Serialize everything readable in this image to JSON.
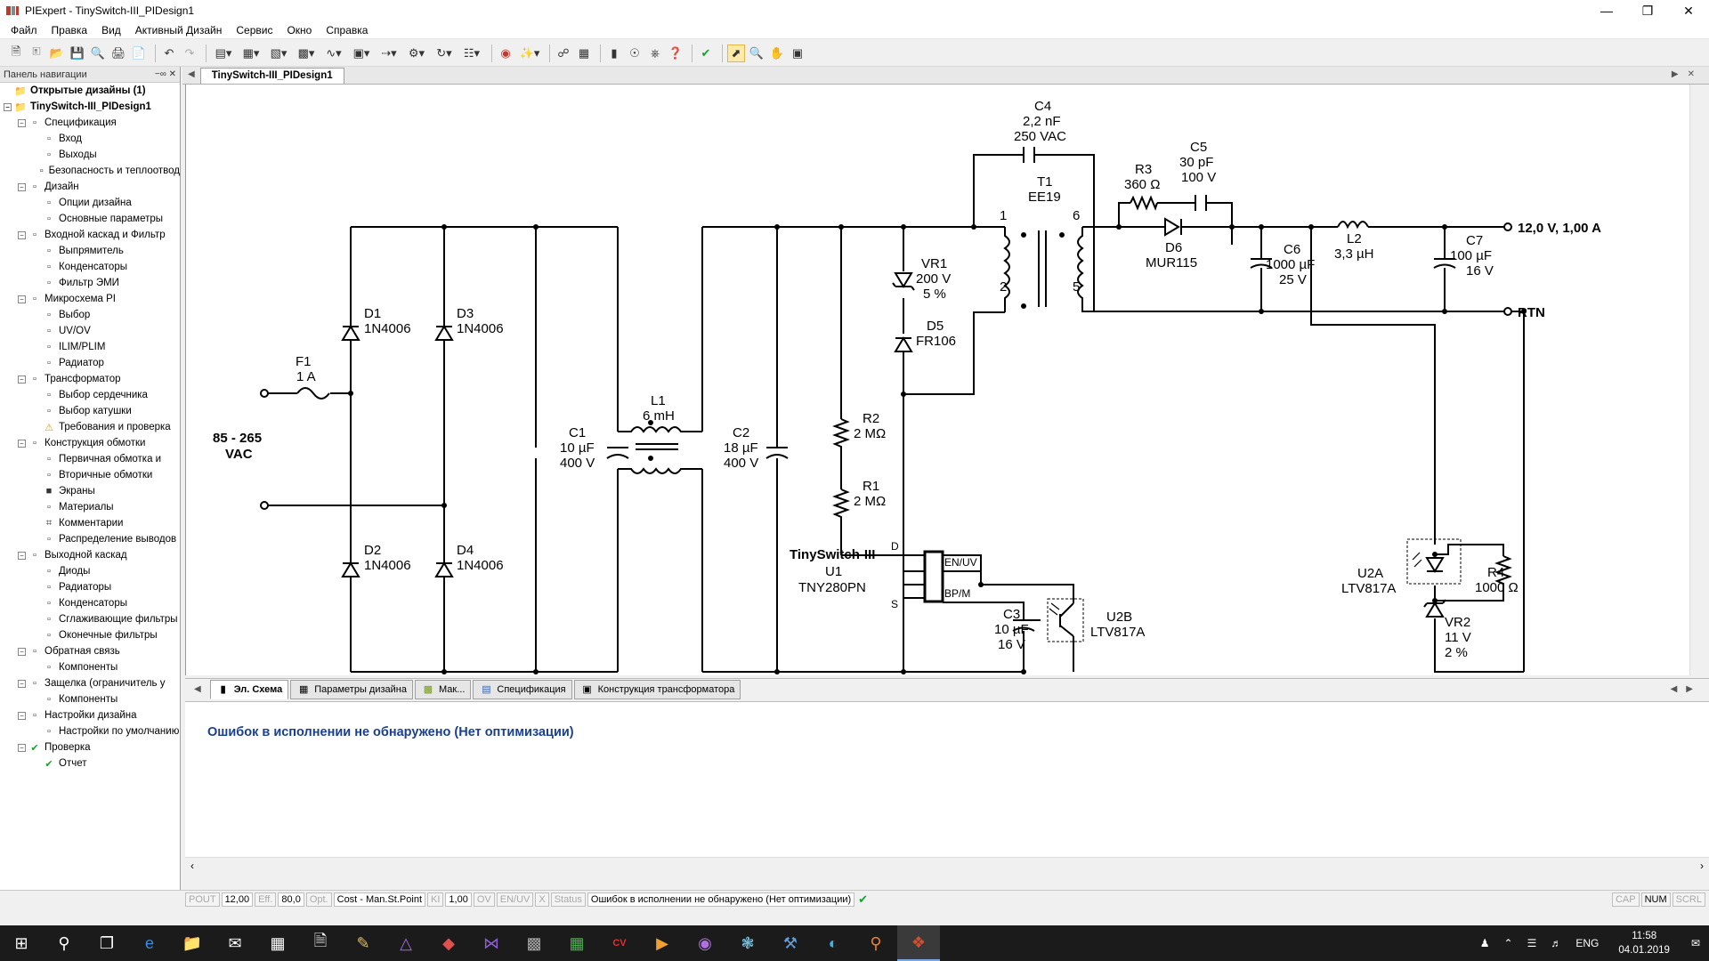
{
  "window": {
    "title": "PIExpert - TinySwitch-III_PIDesign1"
  },
  "menu": [
    "Файл",
    "Правка",
    "Вид",
    "Активный Дизайн",
    "Сервис",
    "Окно",
    "Справка"
  ],
  "nav": {
    "title": "Панель навигации",
    "tree": [
      {
        "label": "Открытые дизайны (1)",
        "level": 0,
        "bold": true,
        "icon": "folder-icon"
      },
      {
        "label": "TinySwitch-III_PIDesign1",
        "level": 0,
        "bold": true,
        "icon": "folder-icon",
        "exp": true
      },
      {
        "label": "Спецификация",
        "level": 1,
        "icon": "spec-icon",
        "exp": true
      },
      {
        "label": "Вход",
        "level": 2,
        "icon": "input-icon"
      },
      {
        "label": "Выходы",
        "level": 2,
        "icon": "output-icon"
      },
      {
        "label": "Безопасность и теплоотвод",
        "level": 2,
        "icon": "safety-icon"
      },
      {
        "label": "Дизайн",
        "level": 1,
        "icon": "design-icon",
        "exp": true
      },
      {
        "label": "Опции дизайна",
        "level": 2,
        "icon": "options-icon"
      },
      {
        "label": "Основные параметры",
        "level": 2,
        "icon": "params-icon"
      },
      {
        "label": "Входной каскад и Фильтр",
        "level": 1,
        "icon": "input-stage-icon",
        "exp": true
      },
      {
        "label": "Выпрямитель",
        "level": 2,
        "icon": "rectifier-icon"
      },
      {
        "label": "Конденсаторы",
        "level": 2,
        "icon": "capacitor-icon"
      },
      {
        "label": "Фильтр ЭМИ",
        "level": 2,
        "icon": "filter-icon"
      },
      {
        "label": "Микросхема PI",
        "level": 1,
        "icon": "chip-icon",
        "exp": true
      },
      {
        "label": "Выбор",
        "level": 2,
        "icon": "select-icon"
      },
      {
        "label": "UV/OV",
        "level": 2,
        "icon": "uvov-icon"
      },
      {
        "label": "ILIM/PLIM",
        "level": 2,
        "icon": "ilim-icon"
      },
      {
        "label": "Радиатор",
        "level": 2,
        "icon": "heatsink-icon"
      },
      {
        "label": "Трансформатор",
        "level": 1,
        "icon": "transformer-icon",
        "exp": true
      },
      {
        "label": "Выбор сердечника",
        "level": 2,
        "icon": "core-icon"
      },
      {
        "label": "Выбор катушки",
        "level": 2,
        "icon": "bobbin-icon"
      },
      {
        "label": "Требования и проверка",
        "level": 2,
        "icon": "warning-icon"
      },
      {
        "label": "Конструкция обмотки",
        "level": 1,
        "icon": "winding-icon",
        "exp": true
      },
      {
        "label": "Первичная обмотка и",
        "level": 2,
        "icon": "primary-icon"
      },
      {
        "label": "Вторичные обмотки",
        "level": 2,
        "icon": "secondary-icon"
      },
      {
        "label": "Экраны",
        "level": 2,
        "icon": "shield-icon"
      },
      {
        "label": "Материалы",
        "level": 2,
        "icon": "materials-icon"
      },
      {
        "label": "Комментарии",
        "level": 2,
        "icon": "comment-icon"
      },
      {
        "label": "Распределение выводов",
        "level": 2,
        "icon": "pins-icon"
      },
      {
        "label": "Выходной каскад",
        "level": 1,
        "icon": "output-stage-icon",
        "exp": true
      },
      {
        "label": "Диоды",
        "level": 2,
        "icon": "diode-icon"
      },
      {
        "label": "Радиаторы",
        "level": 2,
        "icon": "heatsink-icon"
      },
      {
        "label": "Конденсаторы",
        "level": 2,
        "icon": "capacitor-icon"
      },
      {
        "label": "Сглаживающие фильтры",
        "level": 2,
        "icon": "smoothing-icon"
      },
      {
        "label": "Оконечные фильтры",
        "level": 2,
        "icon": "post-filter-icon"
      },
      {
        "label": "Обратная связь",
        "level": 1,
        "icon": "feedback-icon",
        "exp": true
      },
      {
        "label": "Компоненты",
        "level": 2,
        "icon": "components-icon"
      },
      {
        "label": "Защелка (ограничитель у",
        "level": 1,
        "icon": "latch-icon",
        "exp": true
      },
      {
        "label": "Компоненты",
        "level": 2,
        "icon": "components-icon"
      },
      {
        "label": "Настройки дизайна",
        "level": 1,
        "icon": "settings-icon",
        "exp": true
      },
      {
        "label": "Настройки по умолчанию",
        "level": 2,
        "icon": "defaults-icon"
      },
      {
        "label": "Проверка",
        "level": 1,
        "icon": "check-icon",
        "exp": true
      },
      {
        "label": "Отчет",
        "level": 2,
        "icon": "report-icon"
      }
    ]
  },
  "doc_tab": "TinySwitch-III_PIDesign1",
  "schematic": {
    "labels": {
      "vin1": "85 - 265",
      "vin2": "VAC",
      "f1": "F1",
      "f1v": "1 A",
      "d1": "D1",
      "d1v": "1N4006",
      "d2": "D2",
      "d2v": "1N4006",
      "d3": "D3",
      "d3v": "1N4006",
      "d4": "D4",
      "d4v": "1N4006",
      "c1": "C1",
      "c1v1": "10 µF",
      "c1v2": "400 V",
      "l1": "L1",
      "l1v": "6 mH",
      "c2": "C2",
      "c2v1": "18 µF",
      "c2v2": "400 V",
      "r2": "R2",
      "r2v": "2 MΩ",
      "r1": "R1",
      "r1v": "2 MΩ",
      "vr1": "VR1",
      "vr1v1": "200 V",
      "vr1v2": "5 %",
      "d5": "D5",
      "d5v": "FR106",
      "c4": "C4",
      "c4v1": "2,2 nF",
      "c4v2": "250 VAC",
      "t1": "T1",
      "t1v": "EE19",
      "p1": "1",
      "p2": "2",
      "p6": "6",
      "p5": "5",
      "r3": "R3",
      "r3v": "360 Ω",
      "c5": "C5",
      "c5v1": "30 pF",
      "c5v2": "100 V",
      "d6": "D6",
      "d6v": "MUR115",
      "c6": "C6",
      "c6v1": "1000 µF",
      "c6v2": "25 V",
      "l2": "L2",
      "l2v": "3,3 µH",
      "c7": "C7",
      "c7v1": "100 µF",
      "c7v2": "16 V",
      "out": "12,0 V, 1,00 A",
      "rtn": "RTN",
      "u1n": "TinySwitch-III",
      "u1": "U1",
      "u1v": "TNY280PN",
      "pd": "D",
      "ps": "S",
      "penuv": "EN/UV",
      "pbpm": "BP/M",
      "c3": "C3",
      "c3v1": "10 µF",
      "c3v2": "16 V",
      "u2b": "U2B",
      "u2bv": "LTV817A",
      "u2a": "U2A",
      "u2av": "LTV817A",
      "r4": "R4",
      "r4v": "1000 Ω",
      "vr2": "VR2",
      "vr2v1": "11 V",
      "vr2v2": "2 %"
    }
  },
  "view_tabs": [
    {
      "label": "Эл. Схема",
      "icon": "schematic-icon",
      "active": true
    },
    {
      "label": "Параметры дизайна",
      "icon": "design-params-icon"
    },
    {
      "label": "Мак...",
      "icon": "layout-icon"
    },
    {
      "label": "Спецификация",
      "icon": "bom-icon"
    },
    {
      "label": "Конструкция трансформатора",
      "icon": "transformer-build-icon"
    }
  ],
  "message": "Ошибок в исполнении не обнаружено (Нет оптимизации)",
  "status": {
    "pout_label": "POUT",
    "pout": "12,00",
    "eff_label": "Eff.",
    "eff": "80,0",
    "opt_label": "Opt.",
    "cost": "Cost - Man.St.Point",
    "kp_label": "KI",
    "kp": "1,00",
    "ov_label": "OV",
    "enuv_label": "EN/UV",
    "x_label": "X",
    "status_label": "Status",
    "status_text": "Ошибок в исполнении не обнаружено (Нет оптимизации)",
    "cap": "CAP",
    "num": "NUM",
    "scrl": "SCRL"
  },
  "taskbar": {
    "lang": "ENG",
    "time": "11:58",
    "date": "04.01.2019"
  }
}
